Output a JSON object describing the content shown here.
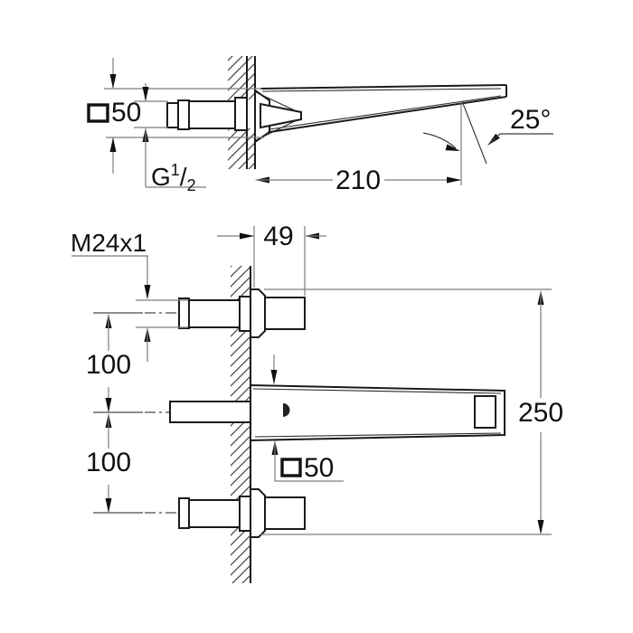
{
  "drawing": {
    "background_color": "#ffffff",
    "object_line_color": "#1a1a1a",
    "dimension_line_color": "#7d7d7d",
    "text_color": "#111111",
    "top_view": {
      "square_symbol": "square-outline",
      "square_label": "50",
      "thread_g": "G",
      "thread_sup": "1",
      "thread_slash": "/",
      "thread_sub": "2",
      "projection_label": "210",
      "angle_label": "25°"
    },
    "front_view": {
      "thread_label": "M24x1",
      "handle_depth_label": "49",
      "upper_spacing_label": "100",
      "lower_spacing_label": "100",
      "overall_height_label": "250",
      "spout_square_symbol": "square-outline",
      "spout_square_label": "50"
    }
  }
}
